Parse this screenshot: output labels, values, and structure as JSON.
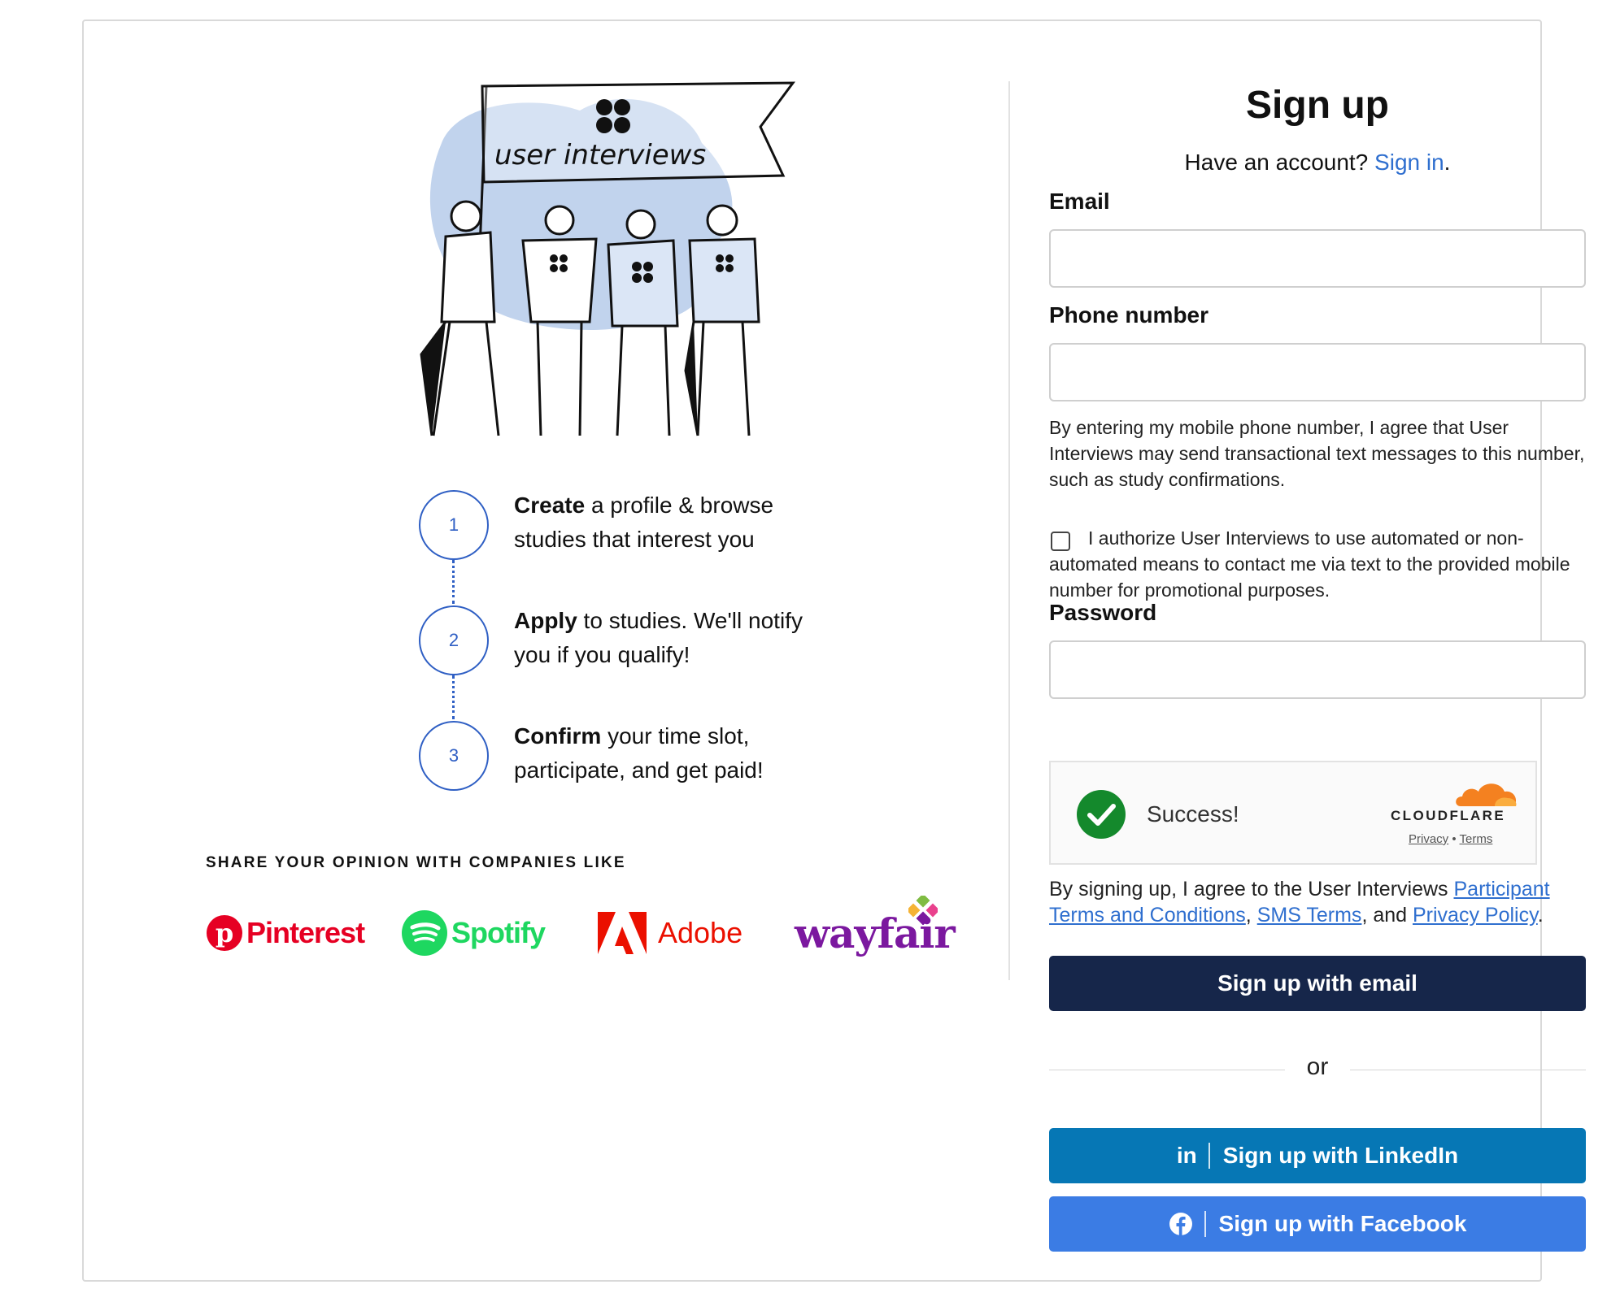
{
  "illustration": {
    "banner_text": "user interviews"
  },
  "steps": [
    {
      "number": "1",
      "bold": "Create",
      "rest": " a profile & browse studies that interest you"
    },
    {
      "number": "2",
      "bold": "Apply",
      "rest": " to studies. We'll notify you if you qualify!"
    },
    {
      "number": "3",
      "bold": "Confirm",
      "rest": " your time slot, participate, and get paid!"
    }
  ],
  "companies": {
    "label": "SHARE YOUR OPINION WITH COMPANIES LIKE",
    "logos": [
      {
        "name": "Pinterest",
        "color": "#e60023",
        "icon": "pinterest-icon"
      },
      {
        "name": "Spotify",
        "color": "#1ed760",
        "icon": "spotify-icon"
      },
      {
        "name": "Adobe",
        "color": "#eb1000",
        "icon": "adobe-icon"
      },
      {
        "name": "wayfair",
        "color": "#7b189f",
        "icon": "wayfair-icon"
      }
    ]
  },
  "form": {
    "title": "Sign up",
    "have_account": "Have an account? ",
    "sign_in": "Sign in",
    "period": ".",
    "email_label": "Email",
    "email_value": "",
    "phone_label": "Phone number",
    "phone_value": "",
    "phone_note": "By entering my mobile phone number, I agree that User Interviews may send transactional text messages to this number, such as study confirmations.",
    "consent_text": "I authorize User Interviews to use automated or non-automated means to contact me via text to the provided mobile number for promotional purposes.",
    "password_label": "Password",
    "password_value": "",
    "captcha": {
      "status": "Success!",
      "brand": "CLOUDFLARE",
      "privacy": "Privacy",
      "dot": " • ",
      "terms": "Terms"
    },
    "legal_prefix": "By signing up, I agree to the User Interviews ",
    "legal_link1": "Participant Terms and Conditions",
    "legal_comma": ", ",
    "legal_link2": "SMS Terms",
    "legal_and": ", and ",
    "legal_link3": "Privacy Policy",
    "legal_end": ".",
    "email_button": "Sign up with email",
    "or": "or",
    "linkedin_icon_text": "in",
    "linkedin_button": "Sign up with LinkedIn",
    "facebook_button": "Sign up with Facebook"
  },
  "colors": {
    "primary_dark": "#16264a",
    "linkedin": "#0677b5",
    "facebook": "#3b7ce4",
    "link": "#2f6fcf",
    "step_blue": "#2f5fc4",
    "success_green": "#14892c",
    "cloudflare_orange": "#f48120"
  }
}
